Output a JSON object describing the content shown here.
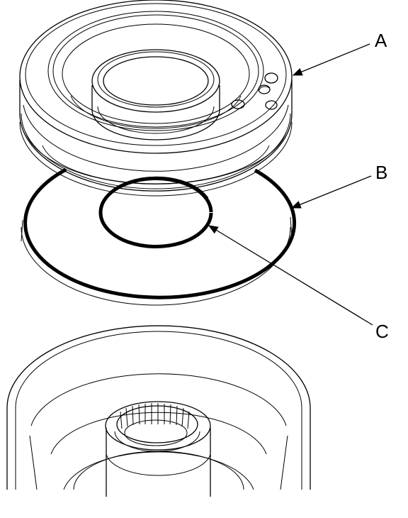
{
  "callouts": [
    {
      "id": "a",
      "label": "A"
    },
    {
      "id": "b",
      "label": "B"
    },
    {
      "id": "c",
      "label": "C"
    }
  ],
  "colors": {
    "line": "#000000",
    "background": "#ffffff"
  }
}
